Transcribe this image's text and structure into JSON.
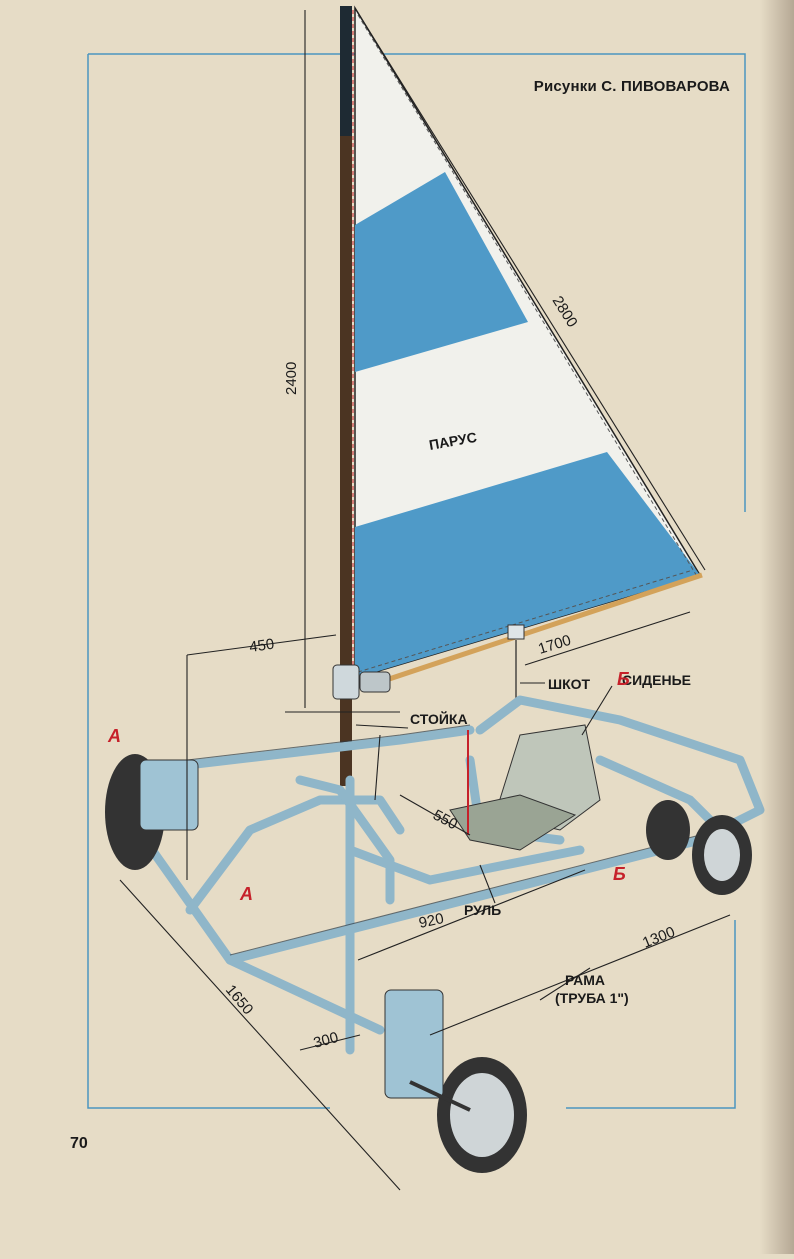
{
  "credit": "Рисунки С. ПИВОВАРОВА",
  "page_number": "70",
  "labels": {
    "sail": "ПАРУС",
    "sheet": "ШКОТ",
    "seat": "СИДЕНЬЕ",
    "mast_step": "СТОЙКА",
    "rudder": "РУЛЬ",
    "frame_line1": "РАМА",
    "frame_line2": "(ТРУБА 1\")"
  },
  "dimensions": {
    "mast_height": "2400",
    "sail_leech": "2800",
    "boom_length": "1700",
    "mast_offset": "450",
    "seat_width": "550",
    "frame_inner": "920",
    "front_length": "1300",
    "side_length": "1650",
    "nose_width": "300"
  },
  "section_marks": {
    "a_top": "А",
    "a_bottom": "А",
    "b_top": "Б",
    "b_bottom": "Б"
  },
  "colors": {
    "paper": "#e6dcc6",
    "sail_white": "#f1f1ec",
    "sail_blue": "#4f9ac8",
    "frame": "#8fb6c9",
    "mast": "#4b3422",
    "boom": "#d3a25a",
    "red_mark": "#c6212a"
  }
}
